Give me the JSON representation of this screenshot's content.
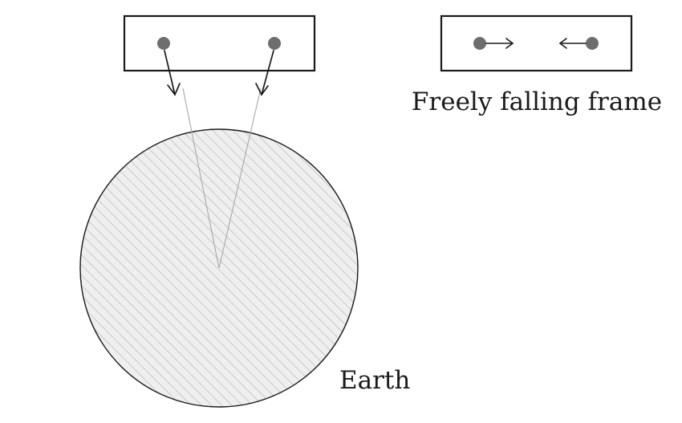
{
  "labels": {
    "earth": "Earth",
    "frame": "Freely falling frame"
  },
  "colors": {
    "background": "#ffffff",
    "stroke": "#1a1a1a",
    "mass_dot": "#6e6e6e",
    "earth_fill": "#efefef",
    "hatch": "#b5b5b5",
    "radial_line": "#a8a8a8"
  },
  "icons": {
    "hatching": "diagonal-hatch-pattern",
    "arrow": "open-arrowhead"
  }
}
